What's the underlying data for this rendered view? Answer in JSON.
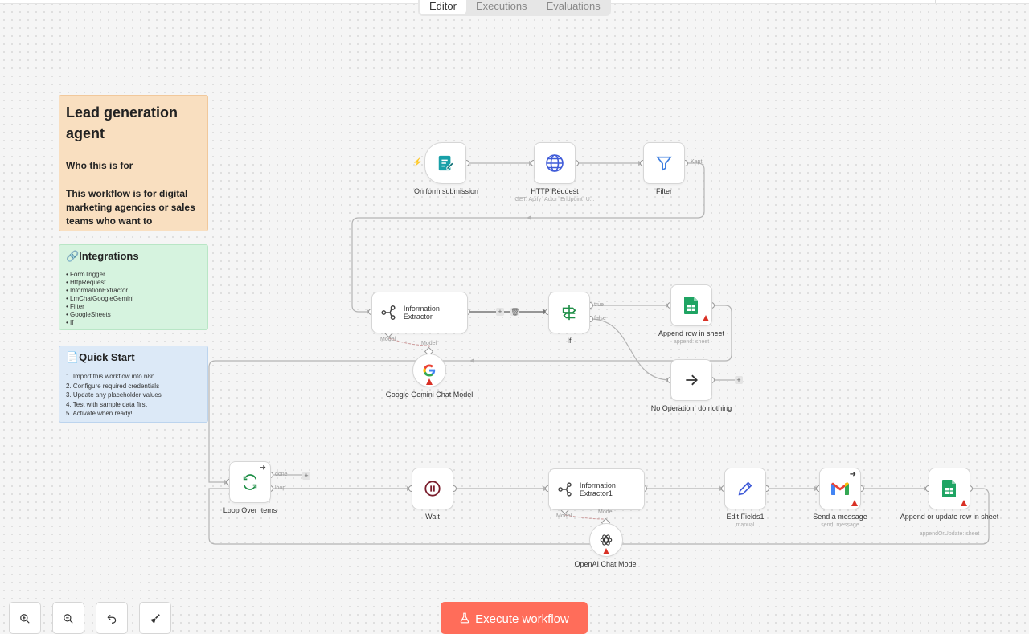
{
  "header": {
    "tabs": [
      {
        "label": "Editor",
        "active": true
      },
      {
        "label": "Executions",
        "active": false
      },
      {
        "label": "Evaluations",
        "active": false
      }
    ]
  },
  "notes": {
    "main": {
      "title": "Lead generation agent",
      "subtitle": "Who this is for",
      "paragraph": "This workflow is for digital marketing agencies or sales teams who want to"
    },
    "integrations": {
      "title": "🔗Integrations",
      "items": [
        "FormTrigger",
        "HttpRequest",
        "InformationExtractor",
        "LmChatGoogleGemini",
        "Filter",
        "GoogleSheets",
        "If"
      ]
    },
    "quickstart": {
      "title": "📄Quick Start",
      "items": [
        "1. Import this workflow into n8n",
        "2. Configure required credentials",
        "3. Update any placeholder values",
        "4. Test with sample data first",
        "5. Activate when ready!"
      ]
    }
  },
  "nodes": {
    "form": {
      "label": "On form submission",
      "icon": "form-icon"
    },
    "http": {
      "label": "HTTP Request",
      "sublabel": "GET: Apify_Actor_Endpoint_U...",
      "icon": "globe-icon"
    },
    "filter": {
      "label": "Filter",
      "icon": "filter-icon"
    },
    "extractor": {
      "label": "Information Extractor",
      "icon": "extractor-icon"
    },
    "if_node": {
      "label": "If",
      "icon": "signpost-icon"
    },
    "append": {
      "label": "Append row in sheet",
      "sublabel": "append: sheet",
      "icon": "google-sheets-icon"
    },
    "noop": {
      "label": "No Operation, do nothing",
      "icon": "arrow-right-icon"
    },
    "gemini": {
      "label": "Google Gemini Chat Model",
      "icon": "google-g-icon"
    },
    "loop": {
      "label": "Loop Over Items",
      "icon": "loop-icon"
    },
    "wait": {
      "label": "Wait",
      "icon": "pause-icon"
    },
    "extractor1": {
      "label": "Information Extractor1",
      "icon": "extractor-icon"
    },
    "edit": {
      "label": "Edit Fields1",
      "sublabel": "manual",
      "icon": "pencil-icon"
    },
    "gmail": {
      "label": "Send a message",
      "sublabel": "send: message",
      "icon": "gmail-icon"
    },
    "upsert": {
      "label": "Append or update row in sheet",
      "sublabel": "appendOrUpdate: sheet",
      "icon": "google-sheets-icon"
    },
    "openai": {
      "label": "OpenAI Chat Model",
      "icon": "openai-icon"
    }
  },
  "edge_labels": {
    "kept": "Kept",
    "true_label": "true",
    "false_label": "false",
    "done": "done",
    "loop": "loop",
    "model": "Model"
  },
  "controls": {
    "execute_label": "Execute workflow",
    "zoom_in": "zoom-in-icon",
    "zoom_out": "zoom-out-icon",
    "undo": "undo-icon",
    "tidy": "broom-icon"
  },
  "colors": {
    "accent": "#ff6d5a",
    "connection": "#b3b3b3",
    "warning": "#d93025",
    "note_orange": "#f9dfc0",
    "note_green": "#d6f3df",
    "note_blue": "#dce9f7"
  }
}
